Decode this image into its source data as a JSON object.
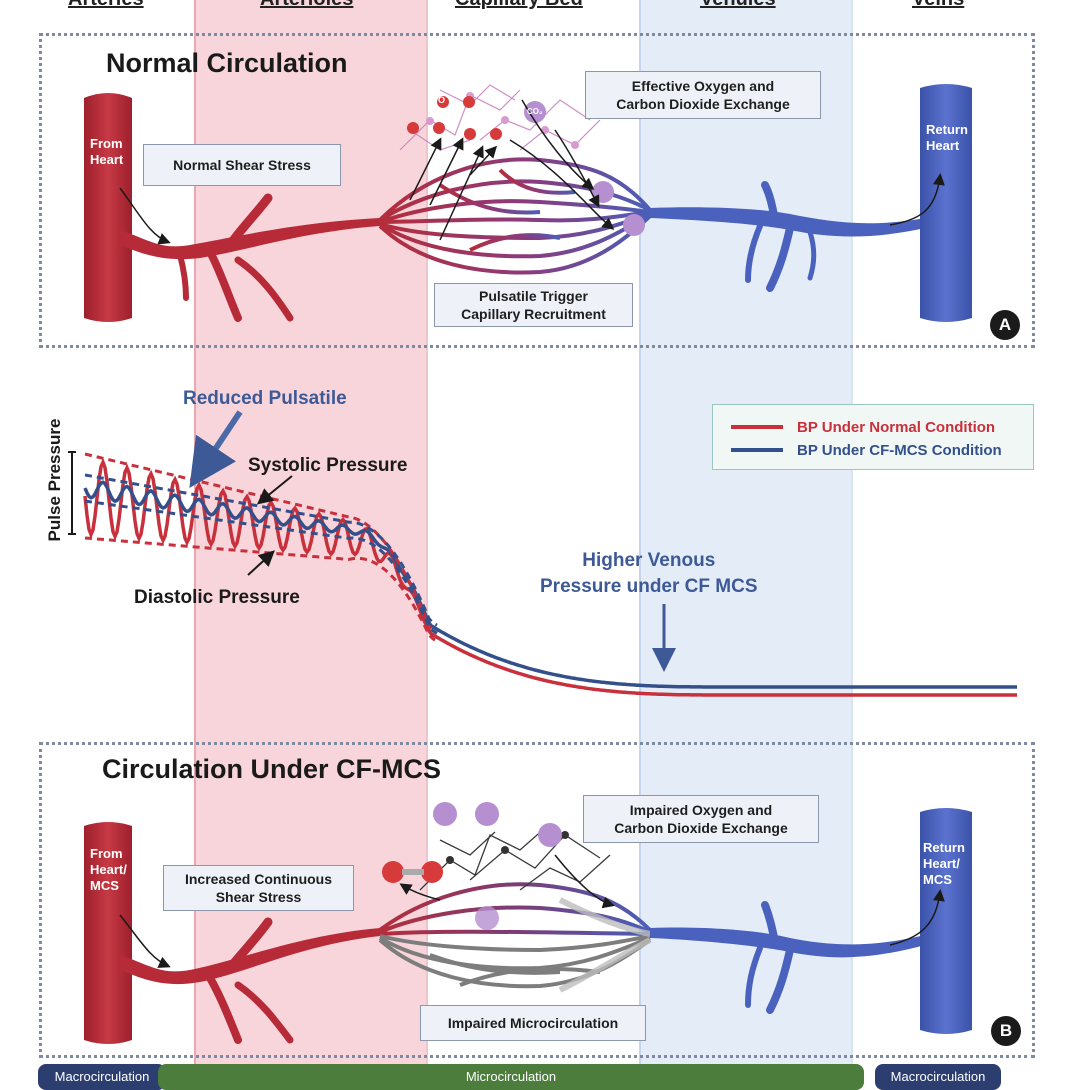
{
  "zones": [
    {
      "name": "Arteries",
      "color": "#ffffff"
    },
    {
      "name": "Arterioles",
      "color": "#f8d5da"
    },
    {
      "name": "Capillary Bed",
      "color": "#ffffff"
    },
    {
      "name": "Venules",
      "color": "#e4ecf8"
    },
    {
      "name": "Veins",
      "color": "#ffffff"
    }
  ],
  "panel_a": {
    "title": "Normal Circulation",
    "badge": "A",
    "inflow_label": "From\nHeart",
    "return_label": "Return\nHeart",
    "shear_label": "Normal Shear Stress",
    "exchange_label": "Effective Oxygen and\nCarbon Dioxide Exchange",
    "recruit_label": "Pulsatile Trigger\nCapillary Recruitment"
  },
  "middle": {
    "y_axis_label": "Pulse Pressure",
    "reduced_label": "Reduced Pulsatile",
    "systolic_label": "Systolic Pressure",
    "diastolic_label": "Diastolic Pressure",
    "venous_label": "Higher Venous\nPressure under CF MCS",
    "legend": [
      {
        "label": "BP Under Normal Condition",
        "color": "#c8303c"
      },
      {
        "label": "BP Under CF-MCS Condition",
        "color": "#34508a"
      }
    ]
  },
  "panel_b": {
    "title": "Circulation Under CF-MCS",
    "badge": "B",
    "inflow_label": "From\nHeart/\nMCS",
    "return_label": "Return\nHeart/\nMCS",
    "shear_label": "Increased Continuous\nShear Stress",
    "exchange_label": "Impaired Oxygen and\nCarbon Dioxide Exchange",
    "impaired_label": "Impaired Microcirculation"
  },
  "molecules": {
    "oxygen": "O",
    "co2": "CO₂"
  },
  "footer": [
    {
      "label": "Macrocirculation",
      "color": "#2c3e6f"
    },
    {
      "label": "Microcirculation",
      "color": "#4c7d3c"
    },
    {
      "label": "Macrocirculation",
      "color": "#2c3e6f"
    }
  ]
}
